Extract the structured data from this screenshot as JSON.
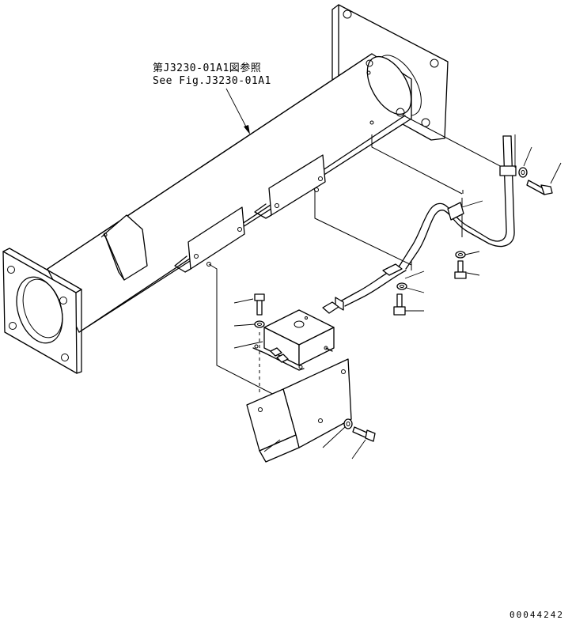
{
  "reference": {
    "line_jp": "第J3230-01A1図参照",
    "line_en": "See Fig.J3230-01A1"
  },
  "drawing_code": "00044242"
}
